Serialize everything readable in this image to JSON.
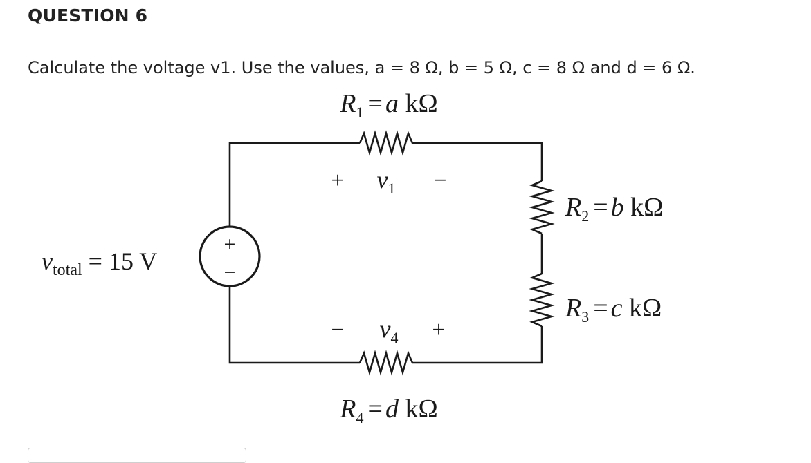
{
  "question": {
    "header": "QUESTION 6",
    "prompt": "Calculate the voltage v1. Use the values, a = 8 Ω, b = 5 Ω, c = 8 Ω and d = 6 Ω."
  },
  "circuit": {
    "r1": {
      "sym": "R",
      "sub": "1",
      "eq": "=",
      "var": "a",
      "unit": " kΩ"
    },
    "r2": {
      "sym": "R",
      "sub": "2",
      "eq": "=",
      "var": "b",
      "unit": " kΩ"
    },
    "r3": {
      "sym": "R",
      "sub": "3",
      "eq": "=",
      "var": "c",
      "unit": " kΩ"
    },
    "r4": {
      "sym": "R",
      "sub": "4",
      "eq": "=",
      "var": "d",
      "unit": " kΩ"
    },
    "v1": {
      "plus": "+",
      "sym": "v",
      "sub": "1",
      "minus": "−"
    },
    "v4": {
      "minus": "−",
      "sym": "v",
      "sub": "4",
      "plus": "+"
    },
    "source": {
      "sym": "v",
      "sub": "total",
      "rest": " = 15 V",
      "plus": "+",
      "minus": "−"
    }
  }
}
